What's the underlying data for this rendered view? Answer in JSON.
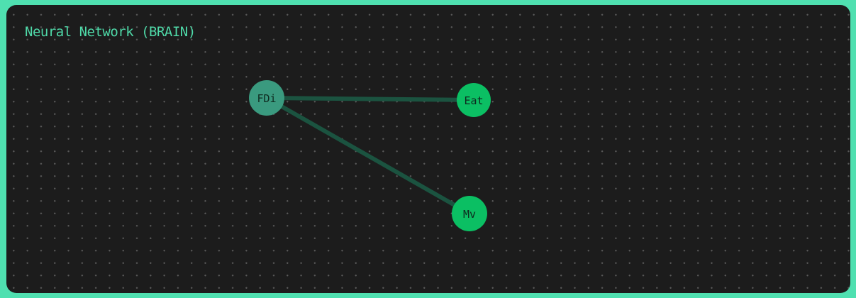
{
  "title": "Neural Network (BRAIN)",
  "colors": {
    "border": "#4fe0b0",
    "panel": "#1c1c1c",
    "title": "#4fd9a8",
    "edge": "#1b5340",
    "input_node": "#3a9a7f",
    "output_node": "#0bbf63"
  },
  "nodes": [
    {
      "id": "fdi",
      "label": "FDi",
      "kind": "input"
    },
    {
      "id": "eat",
      "label": "Eat",
      "kind": "output"
    },
    {
      "id": "mv",
      "label": "Mv",
      "kind": "output"
    }
  ],
  "edges": [
    {
      "from": "fdi",
      "to": "eat"
    },
    {
      "from": "fdi",
      "to": "mv"
    }
  ]
}
